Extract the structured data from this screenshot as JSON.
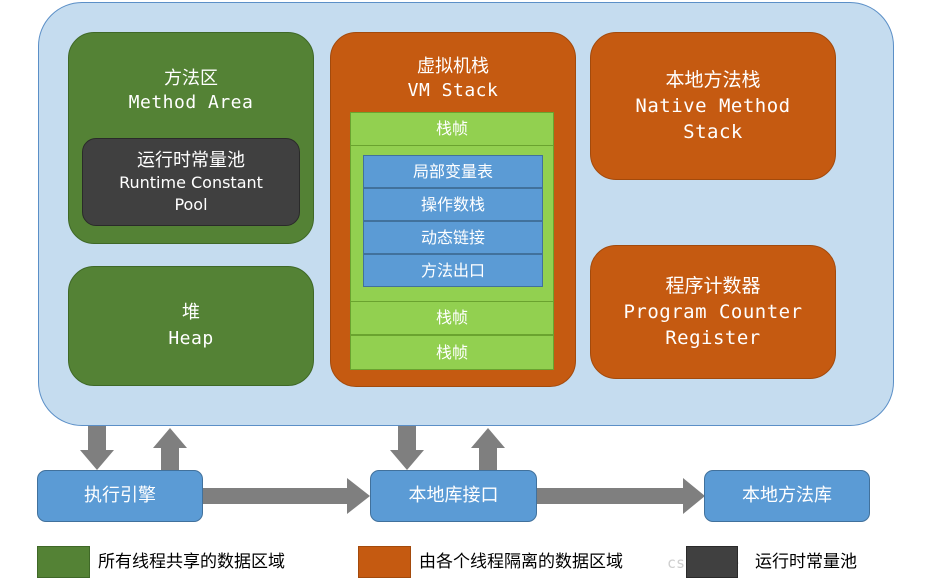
{
  "method_area": {
    "cn": "方法区",
    "en": "Method Area"
  },
  "runtime_pool": {
    "cn": "运行时常量池",
    "en1": "Runtime Constant",
    "en2": "Pool"
  },
  "heap": {
    "cn": "堆",
    "en": "Heap"
  },
  "vm_stack": {
    "cn": "虚拟机栈",
    "en": "VM Stack",
    "frame_top": "栈帧",
    "frame_items": [
      "局部变量表",
      "操作数栈",
      "动态链接",
      "方法出口"
    ],
    "frame_mid": "栈帧",
    "frame_bottom": "栈帧"
  },
  "native_stack": {
    "cn": "本地方法栈",
    "en1": "Native Method",
    "en2": "Stack"
  },
  "pc_register": {
    "cn": "程序计数器",
    "en1": "Program Counter",
    "en2": "Register"
  },
  "execution_engine": "执行引擎",
  "native_interface": "本地库接口",
  "native_library": "本地方法库",
  "legend": {
    "shared": "所有线程共享的数据区域",
    "isolated": "由各个线程隔离的数据区域",
    "pool": "运行时常量池",
    "watermark": "csdn. ne"
  },
  "colors": {
    "shared": "#548235",
    "isolated": "#c55a11",
    "pool": "#404040",
    "runtime_bg": "#c5dcef",
    "frame": "#92d050",
    "blue": "#5b9bd5"
  }
}
